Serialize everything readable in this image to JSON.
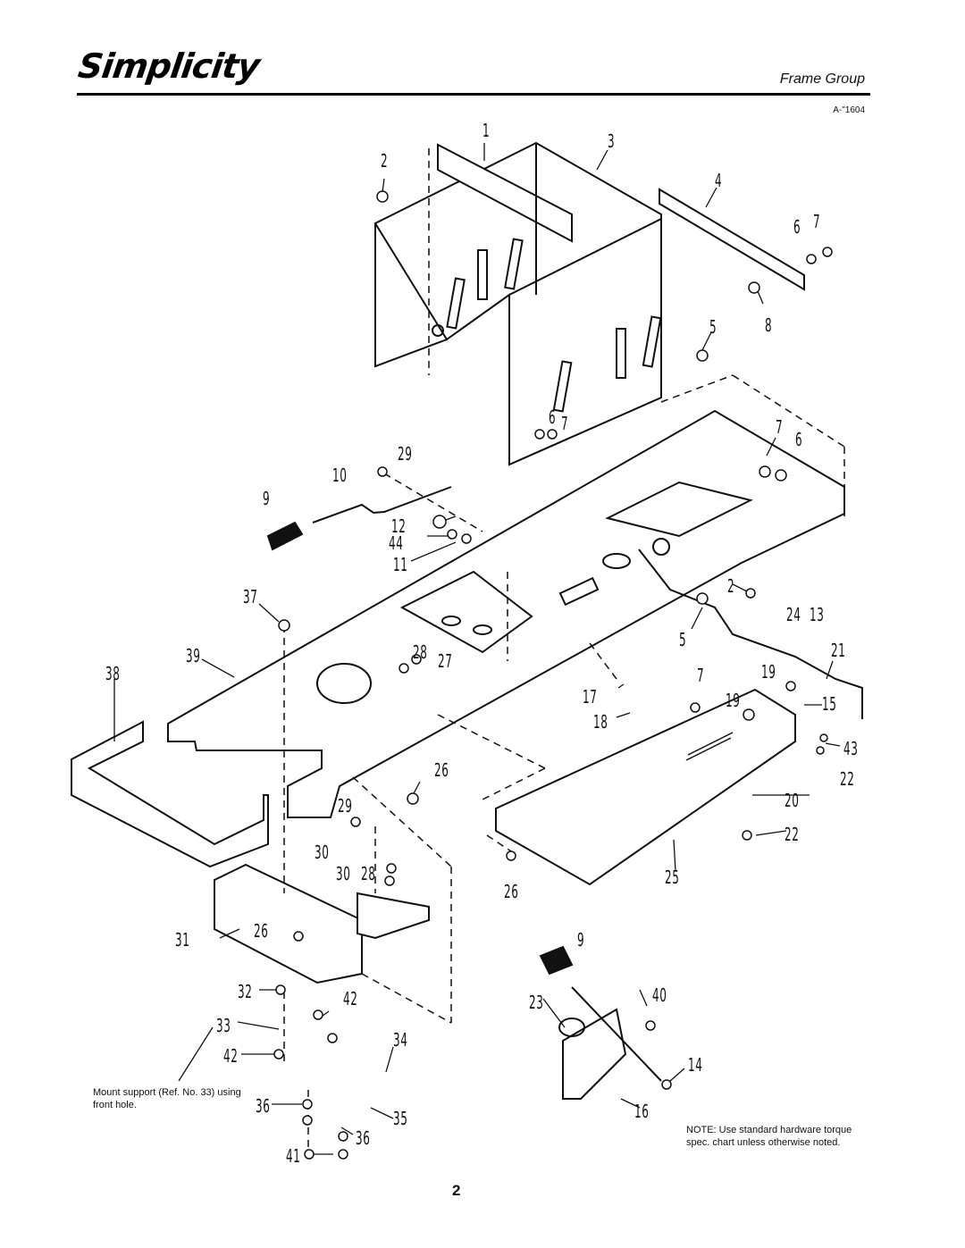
{
  "header": {
    "brand": "Simplicity",
    "section_title": "Frame Group",
    "drawing_ref": "A-\"1604"
  },
  "callouts": [
    {
      "id": "c1",
      "text": "1"
    },
    {
      "id": "c2a",
      "text": "2"
    },
    {
      "id": "c3",
      "text": "3"
    },
    {
      "id": "c4",
      "text": "4"
    },
    {
      "id": "c6a",
      "text": "6"
    },
    {
      "id": "c7a",
      "text": "7"
    },
    {
      "id": "c8",
      "text": "8"
    },
    {
      "id": "c5a",
      "text": "5"
    },
    {
      "id": "c6b",
      "text": "6"
    },
    {
      "id": "c7b",
      "text": "7"
    },
    {
      "id": "c7c",
      "text": "7"
    },
    {
      "id": "c6c",
      "text": "6"
    },
    {
      "id": "c29a",
      "text": "29"
    },
    {
      "id": "c10",
      "text": "10"
    },
    {
      "id": "c9a",
      "text": "9"
    },
    {
      "id": "c12",
      "text": "12"
    },
    {
      "id": "c44",
      "text": "44"
    },
    {
      "id": "c11",
      "text": "11"
    },
    {
      "id": "c2b",
      "text": "2"
    },
    {
      "id": "c24",
      "text": "24"
    },
    {
      "id": "c13",
      "text": "13"
    },
    {
      "id": "c5b",
      "text": "5"
    },
    {
      "id": "c21",
      "text": "21"
    },
    {
      "id": "c37",
      "text": "37"
    },
    {
      "id": "c39",
      "text": "39"
    },
    {
      "id": "c38",
      "text": "38"
    },
    {
      "id": "c28a",
      "text": "28"
    },
    {
      "id": "c27",
      "text": "27"
    },
    {
      "id": "c7d",
      "text": "7"
    },
    {
      "id": "c19a",
      "text": "19"
    },
    {
      "id": "c15",
      "text": "15"
    },
    {
      "id": "c17",
      "text": "17"
    },
    {
      "id": "c18",
      "text": "18"
    },
    {
      "id": "c19b",
      "text": "19"
    },
    {
      "id": "c43",
      "text": "43"
    },
    {
      "id": "c22a",
      "text": "22"
    },
    {
      "id": "c26a",
      "text": "26"
    },
    {
      "id": "c29b",
      "text": "29"
    },
    {
      "id": "c20",
      "text": "20"
    },
    {
      "id": "c22b",
      "text": "22"
    },
    {
      "id": "c30a",
      "text": "30"
    },
    {
      "id": "c30b",
      "text": "30"
    },
    {
      "id": "c28b",
      "text": "28"
    },
    {
      "id": "c26b",
      "text": "26"
    },
    {
      "id": "c25",
      "text": "25"
    },
    {
      "id": "c31",
      "text": "31"
    },
    {
      "id": "c26c",
      "text": "26"
    },
    {
      "id": "c9b",
      "text": "9"
    },
    {
      "id": "c32",
      "text": "32"
    },
    {
      "id": "c42a",
      "text": "42"
    },
    {
      "id": "c40",
      "text": "40"
    },
    {
      "id": "c23",
      "text": "23"
    },
    {
      "id": "c33",
      "text": "33"
    },
    {
      "id": "c34",
      "text": "34"
    },
    {
      "id": "c42b",
      "text": "42"
    },
    {
      "id": "c14",
      "text": "14"
    },
    {
      "id": "c36a",
      "text": "36"
    },
    {
      "id": "c35",
      "text": "35"
    },
    {
      "id": "c16",
      "text": "16"
    },
    {
      "id": "c36b",
      "text": "36"
    },
    {
      "id": "c41",
      "text": "41"
    }
  ],
  "notes": {
    "mount_support": "Mount support (Ref. No. 33) using front hole.",
    "standard_hardware": "NOTE: Use standard hardware torque spec. chart unless otherwise noted."
  },
  "footer": {
    "page_number": "2"
  }
}
